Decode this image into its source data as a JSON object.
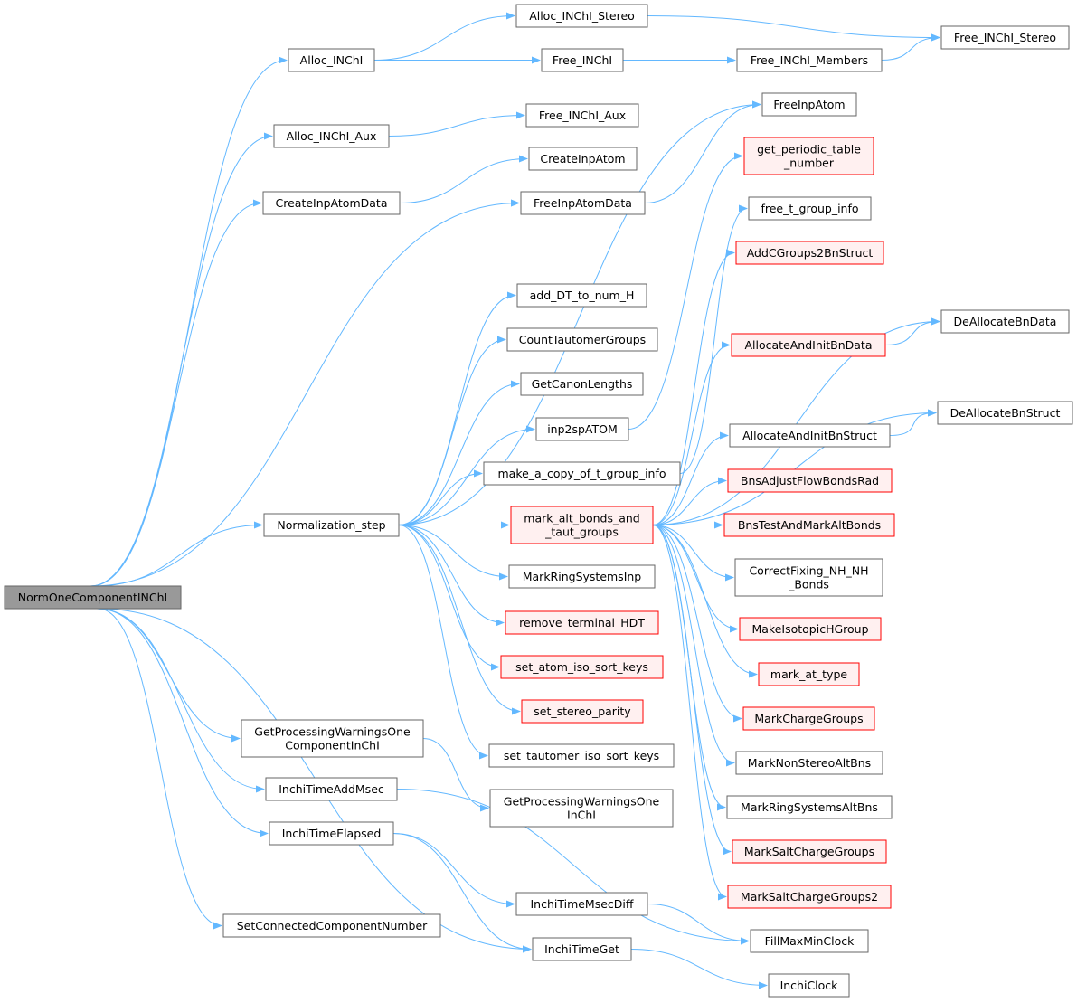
{
  "colors": {
    "edge": "#63b8ff",
    "normal_fill": "#ffffff",
    "normal_stroke": "#666666",
    "highlight_fill": "#fff0f0",
    "highlight_stroke": "#ff0000",
    "root_fill": "#999999",
    "root_stroke": "#666666"
  },
  "nodes": [
    {
      "id": "root",
      "lines": [
        "NormOneComponentINChI"
      ],
      "style": "root"
    },
    {
      "id": "alloc_inchi",
      "lines": [
        "Alloc_INChI"
      ],
      "style": "normal"
    },
    {
      "id": "alloc_inchi_stereo",
      "lines": [
        "Alloc_INChI_Stereo"
      ],
      "style": "normal"
    },
    {
      "id": "free_inchi_stereo",
      "lines": [
        "Free_INChI_Stereo"
      ],
      "style": "normal"
    },
    {
      "id": "free_inchi",
      "lines": [
        "Free_INChI"
      ],
      "style": "normal"
    },
    {
      "id": "free_inchi_members",
      "lines": [
        "Free_INChI_Members"
      ],
      "style": "normal"
    },
    {
      "id": "alloc_inchi_aux",
      "lines": [
        "Alloc_INChI_Aux"
      ],
      "style": "normal"
    },
    {
      "id": "free_inchi_aux",
      "lines": [
        "Free_INChI_Aux"
      ],
      "style": "normal"
    },
    {
      "id": "createinpatomdata",
      "lines": [
        "CreateInpAtomData"
      ],
      "style": "normal"
    },
    {
      "id": "createinpatom",
      "lines": [
        "CreateInpAtom"
      ],
      "style": "normal"
    },
    {
      "id": "freeinpatomdata",
      "lines": [
        "FreeInpAtomData"
      ],
      "style": "normal"
    },
    {
      "id": "freeinpatom",
      "lines": [
        "FreeInpAtom"
      ],
      "style": "normal"
    },
    {
      "id": "get_periodic",
      "lines": [
        "get_periodic_table",
        "_number"
      ],
      "style": "highlight"
    },
    {
      "id": "free_t_group_info",
      "lines": [
        "free_t_group_info"
      ],
      "style": "normal"
    },
    {
      "id": "addcgroups",
      "lines": [
        "AddCGroups2BnStruct"
      ],
      "style": "highlight"
    },
    {
      "id": "add_dt",
      "lines": [
        "add_DT_to_num_H"
      ],
      "style": "normal"
    },
    {
      "id": "counttaut",
      "lines": [
        "CountTautomerGroups"
      ],
      "style": "normal"
    },
    {
      "id": "getcanon",
      "lines": [
        "GetCanonLengths"
      ],
      "style": "normal"
    },
    {
      "id": "inp2sp",
      "lines": [
        "inp2spATOM"
      ],
      "style": "normal"
    },
    {
      "id": "make_copy",
      "lines": [
        "make_a_copy_of_t_group_info"
      ],
      "style": "normal"
    },
    {
      "id": "normstep",
      "lines": [
        "Normalization_step"
      ],
      "style": "normal"
    },
    {
      "id": "mark_alt",
      "lines": [
        "mark_alt_bonds_and",
        "_taut_groups"
      ],
      "style": "highlight"
    },
    {
      "id": "markring_inp",
      "lines": [
        "MarkRingSystemsInp"
      ],
      "style": "normal"
    },
    {
      "id": "remove_hdt",
      "lines": [
        "remove_terminal_HDT"
      ],
      "style": "highlight"
    },
    {
      "id": "set_atom_iso",
      "lines": [
        "set_atom_iso_sort_keys"
      ],
      "style": "highlight"
    },
    {
      "id": "set_stereo",
      "lines": [
        "set_stereo_parity"
      ],
      "style": "highlight"
    },
    {
      "id": "set_taut_iso",
      "lines": [
        "set_tautomer_iso_sort_keys"
      ],
      "style": "normal"
    },
    {
      "id": "dealloc_bndata",
      "lines": [
        "DeAllocateBnData"
      ],
      "style": "normal"
    },
    {
      "id": "allocinit_bndata",
      "lines": [
        "AllocateAndInitBnData"
      ],
      "style": "highlight"
    },
    {
      "id": "dealloc_bnstruct",
      "lines": [
        "DeAllocateBnStruct"
      ],
      "style": "normal"
    },
    {
      "id": "allocinit_bnstruct",
      "lines": [
        "AllocateAndInitBnStruct"
      ],
      "style": "normal"
    },
    {
      "id": "bnsadjust",
      "lines": [
        "BnsAdjustFlowBondsRad"
      ],
      "style": "highlight"
    },
    {
      "id": "bnstest",
      "lines": [
        "BnsTestAndMarkAltBonds"
      ],
      "style": "highlight"
    },
    {
      "id": "correctfix",
      "lines": [
        "CorrectFixing_NH_NH",
        "_Bonds"
      ],
      "style": "normal"
    },
    {
      "id": "makeiso",
      "lines": [
        "MakeIsotopicHGroup"
      ],
      "style": "highlight"
    },
    {
      "id": "mark_at_type",
      "lines": [
        "mark_at_type"
      ],
      "style": "highlight"
    },
    {
      "id": "markcharge",
      "lines": [
        "MarkChargeGroups"
      ],
      "style": "highlight"
    },
    {
      "id": "marknonstereo",
      "lines": [
        "MarkNonStereoAltBns"
      ],
      "style": "normal"
    },
    {
      "id": "markring_alt",
      "lines": [
        "MarkRingSystemsAltBns"
      ],
      "style": "normal"
    },
    {
      "id": "marksalt",
      "lines": [
        "MarkSaltChargeGroups"
      ],
      "style": "highlight"
    },
    {
      "id": "marksalt2",
      "lines": [
        "MarkSaltChargeGroups2"
      ],
      "style": "highlight"
    },
    {
      "id": "getproc_one",
      "lines": [
        "GetProcessingWarningsOne",
        "ComponentInChI"
      ],
      "style": "normal"
    },
    {
      "id": "getproc_inchi",
      "lines": [
        "GetProcessingWarningsOne",
        "InChI"
      ],
      "style": "normal"
    },
    {
      "id": "timeadd",
      "lines": [
        "InchiTimeAddMsec"
      ],
      "style": "normal"
    },
    {
      "id": "timeelapsed",
      "lines": [
        "InchiTimeElapsed"
      ],
      "style": "normal"
    },
    {
      "id": "timemsecdiff",
      "lines": [
        "InchiTimeMsecDiff"
      ],
      "style": "normal"
    },
    {
      "id": "setconn",
      "lines": [
        "SetConnectedComponentNumber"
      ],
      "style": "normal"
    },
    {
      "id": "timeget",
      "lines": [
        "InchiTimeGet"
      ],
      "style": "normal"
    },
    {
      "id": "fillmaxmin",
      "lines": [
        "FillMaxMinClock"
      ],
      "style": "normal"
    },
    {
      "id": "inchiclock",
      "lines": [
        "InchiClock"
      ],
      "style": "normal"
    }
  ],
  "edges": [
    [
      "root",
      "alloc_inchi"
    ],
    [
      "root",
      "alloc_inchi_aux"
    ],
    [
      "root",
      "createinpatomdata"
    ],
    [
      "root",
      "freeinpatomdata"
    ],
    [
      "root",
      "normstep"
    ],
    [
      "root",
      "getproc_one"
    ],
    [
      "root",
      "timeadd"
    ],
    [
      "root",
      "timeelapsed"
    ],
    [
      "root",
      "setconn"
    ],
    [
      "root",
      "timeget"
    ],
    [
      "alloc_inchi",
      "alloc_inchi_stereo"
    ],
    [
      "alloc_inchi",
      "free_inchi"
    ],
    [
      "alloc_inchi_stereo",
      "free_inchi_stereo"
    ],
    [
      "free_inchi",
      "free_inchi_members"
    ],
    [
      "free_inchi_members",
      "free_inchi_stereo"
    ],
    [
      "alloc_inchi_aux",
      "free_inchi_aux"
    ],
    [
      "createinpatomdata",
      "createinpatom"
    ],
    [
      "createinpatomdata",
      "freeinpatomdata"
    ],
    [
      "freeinpatomdata",
      "freeinpatom"
    ],
    [
      "normstep",
      "freeinpatom"
    ],
    [
      "normstep",
      "add_dt"
    ],
    [
      "normstep",
      "counttaut"
    ],
    [
      "normstep",
      "getcanon"
    ],
    [
      "normstep",
      "inp2sp"
    ],
    [
      "normstep",
      "make_copy"
    ],
    [
      "normstep",
      "mark_alt"
    ],
    [
      "normstep",
      "markring_inp"
    ],
    [
      "normstep",
      "remove_hdt"
    ],
    [
      "normstep",
      "set_atom_iso"
    ],
    [
      "normstep",
      "set_stereo"
    ],
    [
      "normstep",
      "set_taut_iso"
    ],
    [
      "inp2sp",
      "get_periodic"
    ],
    [
      "make_copy",
      "free_t_group_info"
    ],
    [
      "mark_alt",
      "addcgroups"
    ],
    [
      "mark_alt",
      "allocinit_bndata"
    ],
    [
      "mark_alt",
      "dealloc_bndata"
    ],
    [
      "mark_alt",
      "dealloc_bnstruct"
    ],
    [
      "mark_alt",
      "allocinit_bnstruct"
    ],
    [
      "mark_alt",
      "bnsadjust"
    ],
    [
      "mark_alt",
      "bnstest"
    ],
    [
      "mark_alt",
      "correctfix"
    ],
    [
      "mark_alt",
      "makeiso"
    ],
    [
      "mark_alt",
      "mark_at_type"
    ],
    [
      "mark_alt",
      "markcharge"
    ],
    [
      "mark_alt",
      "marknonstereo"
    ],
    [
      "mark_alt",
      "markring_alt"
    ],
    [
      "mark_alt",
      "marksalt"
    ],
    [
      "mark_alt",
      "marksalt2"
    ],
    [
      "allocinit_bndata",
      "dealloc_bndata"
    ],
    [
      "allocinit_bnstruct",
      "dealloc_bnstruct"
    ],
    [
      "getproc_one",
      "getproc_inchi"
    ],
    [
      "timeadd",
      "fillmaxmin"
    ],
    [
      "timeelapsed",
      "timemsecdiff"
    ],
    [
      "timeelapsed",
      "timeget"
    ],
    [
      "timemsecdiff",
      "fillmaxmin"
    ],
    [
      "timeget",
      "inchiclock"
    ]
  ]
}
